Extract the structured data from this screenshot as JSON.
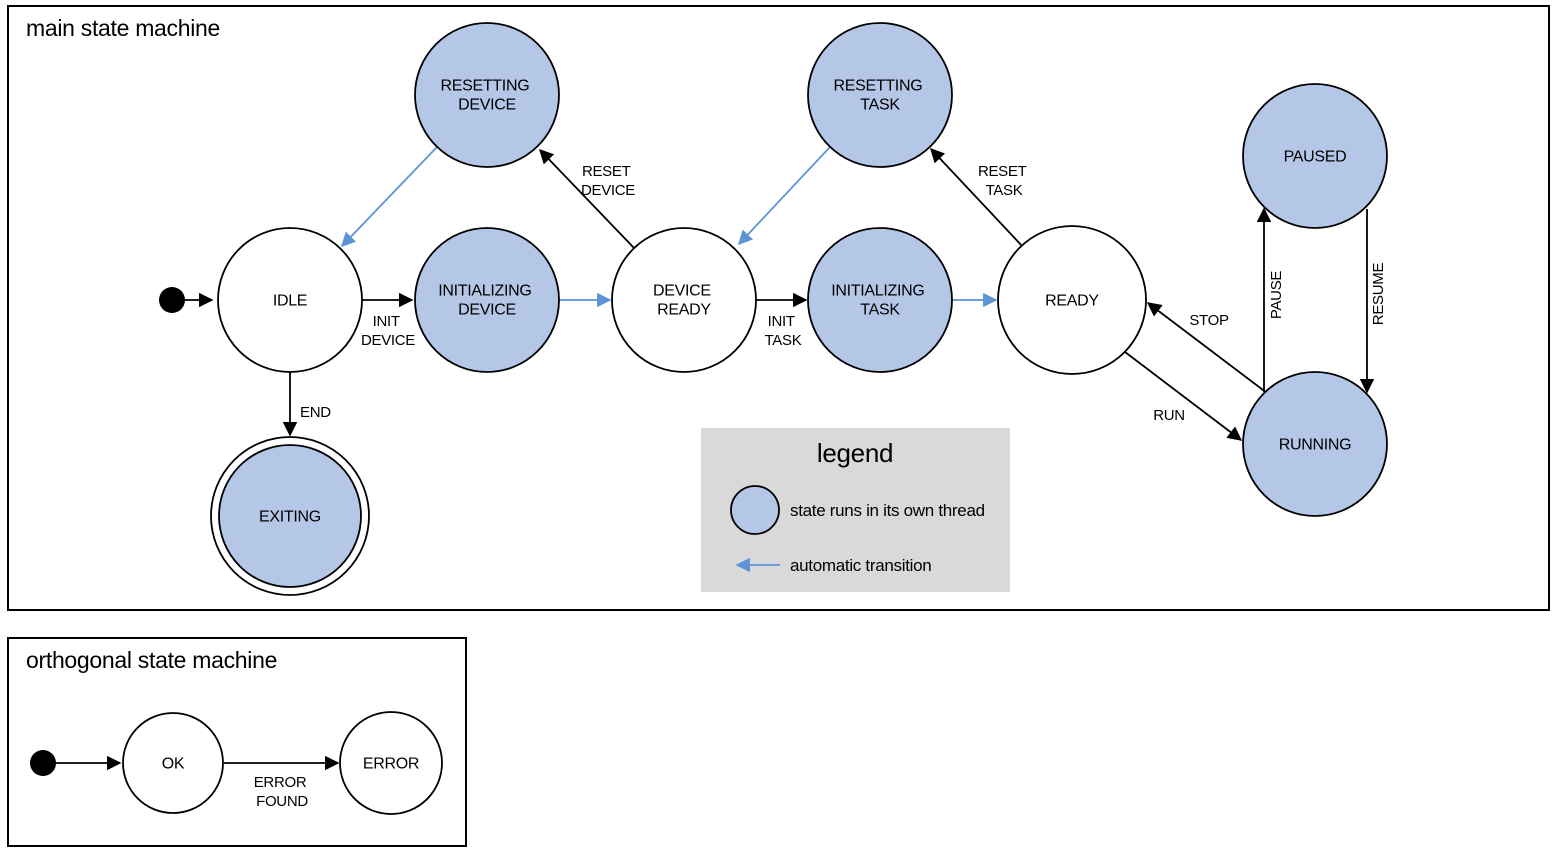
{
  "colors": {
    "state_fill": "#b4c7e7",
    "auto_transition": "#5d94d6",
    "legend_bg": "#d9d9d9"
  },
  "main_machine": {
    "title": "main state machine",
    "states": {
      "idle": {
        "label": "IDLE"
      },
      "resetting_device": {
        "line1": "RESETTING",
        "line2": "DEVICE"
      },
      "initializing_device": {
        "line1": "INITIALIZING",
        "line2": "DEVICE"
      },
      "device_ready": {
        "line1": "DEVICE",
        "line2": "READY"
      },
      "resetting_task": {
        "line1": "RESETTING",
        "line2": "TASK"
      },
      "initializing_task": {
        "line1": "INITIALIZING",
        "line2": "TASK"
      },
      "ready": {
        "label": "READY"
      },
      "paused": {
        "label": "PAUSED"
      },
      "running": {
        "label": "RUNNING"
      },
      "exiting": {
        "label": "EXITING"
      }
    },
    "transitions": {
      "init_device": {
        "line1": "INIT",
        "line2": "DEVICE"
      },
      "reset_device": {
        "line1": "RESET",
        "line2": "DEVICE"
      },
      "init_task": {
        "line1": "INIT",
        "line2": "TASK"
      },
      "reset_task": {
        "line1": "RESET",
        "line2": "TASK"
      },
      "end": {
        "label": "END"
      },
      "run": {
        "label": "RUN"
      },
      "stop": {
        "label": "STOP"
      },
      "pause": {
        "label": "PAUSE"
      },
      "resume": {
        "label": "RESUME"
      }
    }
  },
  "legend": {
    "title": "legend",
    "thread_item": "state runs in its own thread",
    "auto_item": "automatic transition"
  },
  "orthogonal_machine": {
    "title": "orthogonal state machine",
    "states": {
      "ok": {
        "label": "OK"
      },
      "error": {
        "label": "ERROR"
      }
    },
    "transitions": {
      "error_found": {
        "line1": "ERROR",
        "line2": "FOUND"
      }
    }
  }
}
